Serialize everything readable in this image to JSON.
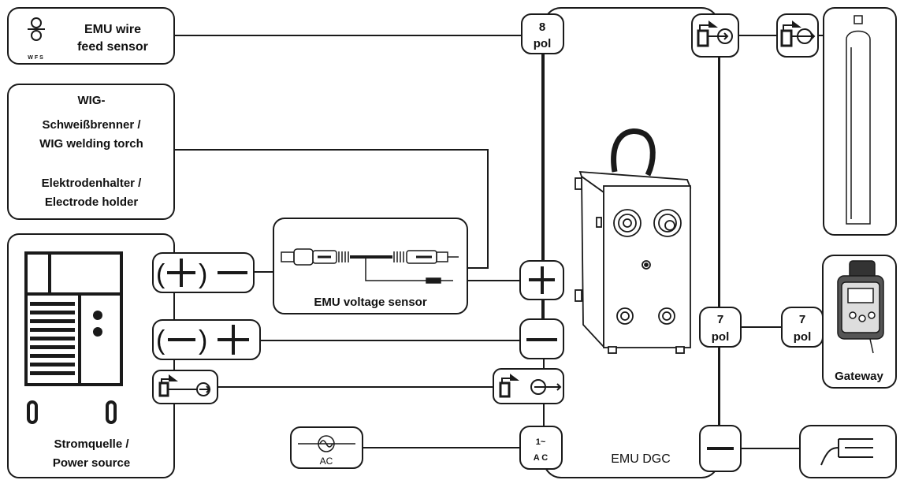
{
  "wfs_box": {
    "icon": "wire-feed-sensor-icon",
    "icon_text": "WFS",
    "line1": "EMU wire",
    "line2": "feed sensor"
  },
  "torch_box": {
    "lines": [
      "WIG-",
      "Schweißbrenner /",
      "WIG welding torch",
      "Elektrodenhalter /",
      "Electrode holder"
    ]
  },
  "power_box": {
    "line1": "Stromquelle /",
    "line2": "Power source",
    "icon": "power-source-icon"
  },
  "connector_8pol": {
    "line1": "8",
    "line2": "pol"
  },
  "connector_7pol_a": {
    "line1": "7",
    "line2": "pol"
  },
  "connector_7pol_b": {
    "line1": "7",
    "line2": "pol"
  },
  "connector_1ac": {
    "line1": "1~",
    "line2": "A C"
  },
  "ac_source": {
    "label": "AC",
    "icon": "ac-wave-icon"
  },
  "voltage_sensor": {
    "label": "EMU voltage sensor",
    "icon": "voltage-sensor-cable-icon"
  },
  "device": {
    "label": "EMU DGC",
    "icon": "emu-dgc-device-icon"
  },
  "gateway": {
    "label": "Gateway",
    "icon": "gateway-device-icon"
  },
  "gas_cylinder": {
    "icon": "gas-cylinder-icon"
  },
  "ground": {
    "icon": "ground-cable-icon"
  },
  "colors": {
    "line": "#1a1a1a",
    "background": "#ffffff"
  }
}
